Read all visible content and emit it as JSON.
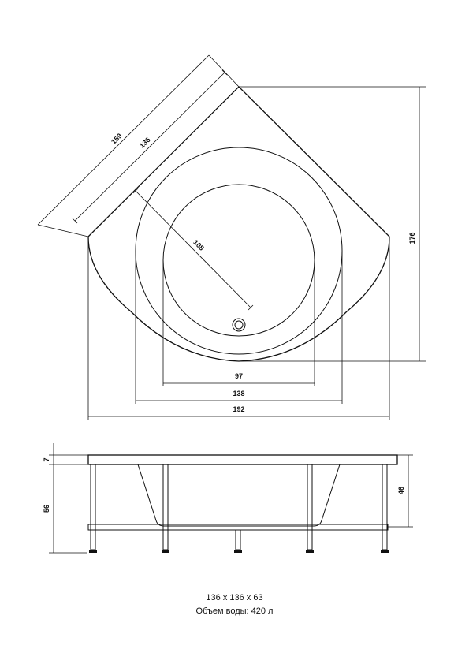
{
  "plan_view": {
    "dimensions": {
      "diag_outer": "159",
      "diag_inner": "136",
      "radius": "108",
      "height_right": "176",
      "width_inner": "97",
      "width_mid": "138",
      "width_total": "192"
    }
  },
  "side_view": {
    "dimensions": {
      "rim": "7",
      "total_left": "56",
      "height_right": "46"
    }
  },
  "caption": {
    "size": "136 x 136 x 63",
    "volume": "Объем воды: 420 л"
  }
}
